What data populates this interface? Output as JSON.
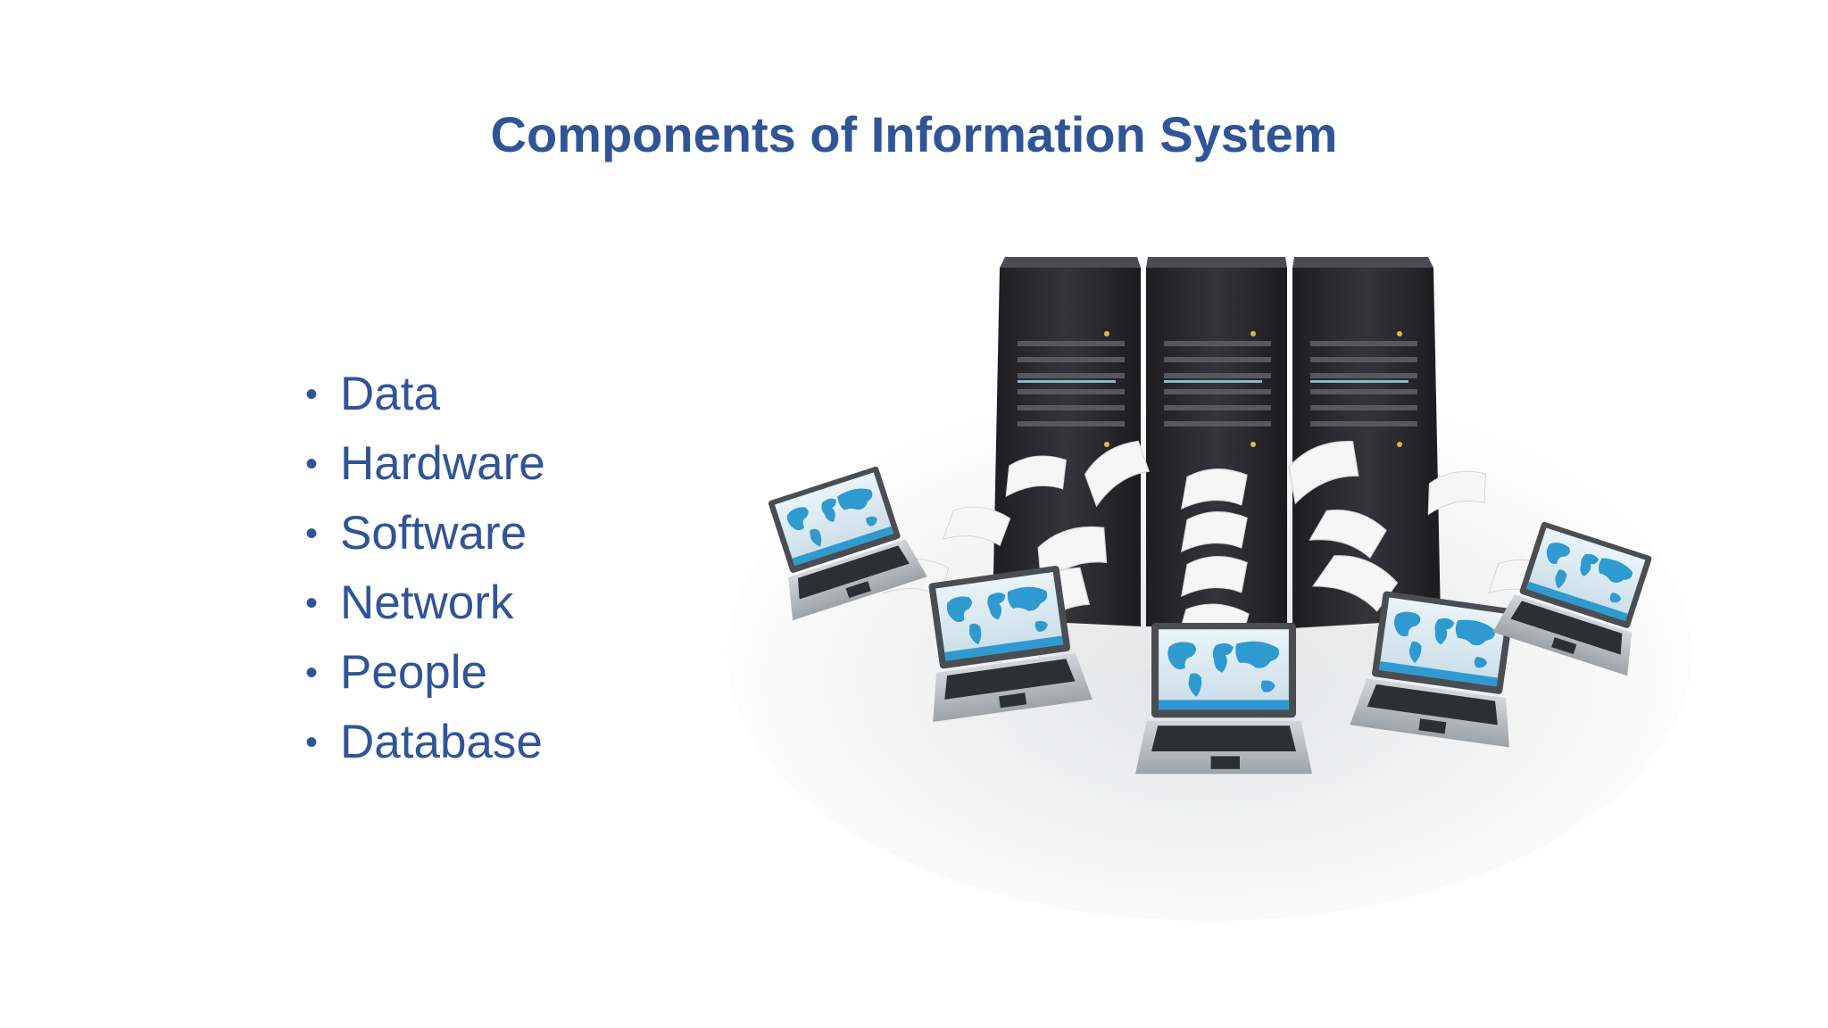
{
  "slide": {
    "title": "Components of Information System",
    "bullets": [
      "Data",
      "Hardware",
      "Software",
      "Network",
      "People",
      "Database"
    ]
  },
  "illustration": {
    "subject": "server racks sending paper documents to laptops displaying world maps",
    "colors": {
      "rack": "#2b2b2e",
      "rack_top": "#3d3d42",
      "laptop_body": "#b9bdc2",
      "screen_map": "#2e9ad0",
      "paper": "#f4f4f4"
    }
  },
  "theme": {
    "text_color": "#2f5597",
    "background": "#ffffff"
  }
}
